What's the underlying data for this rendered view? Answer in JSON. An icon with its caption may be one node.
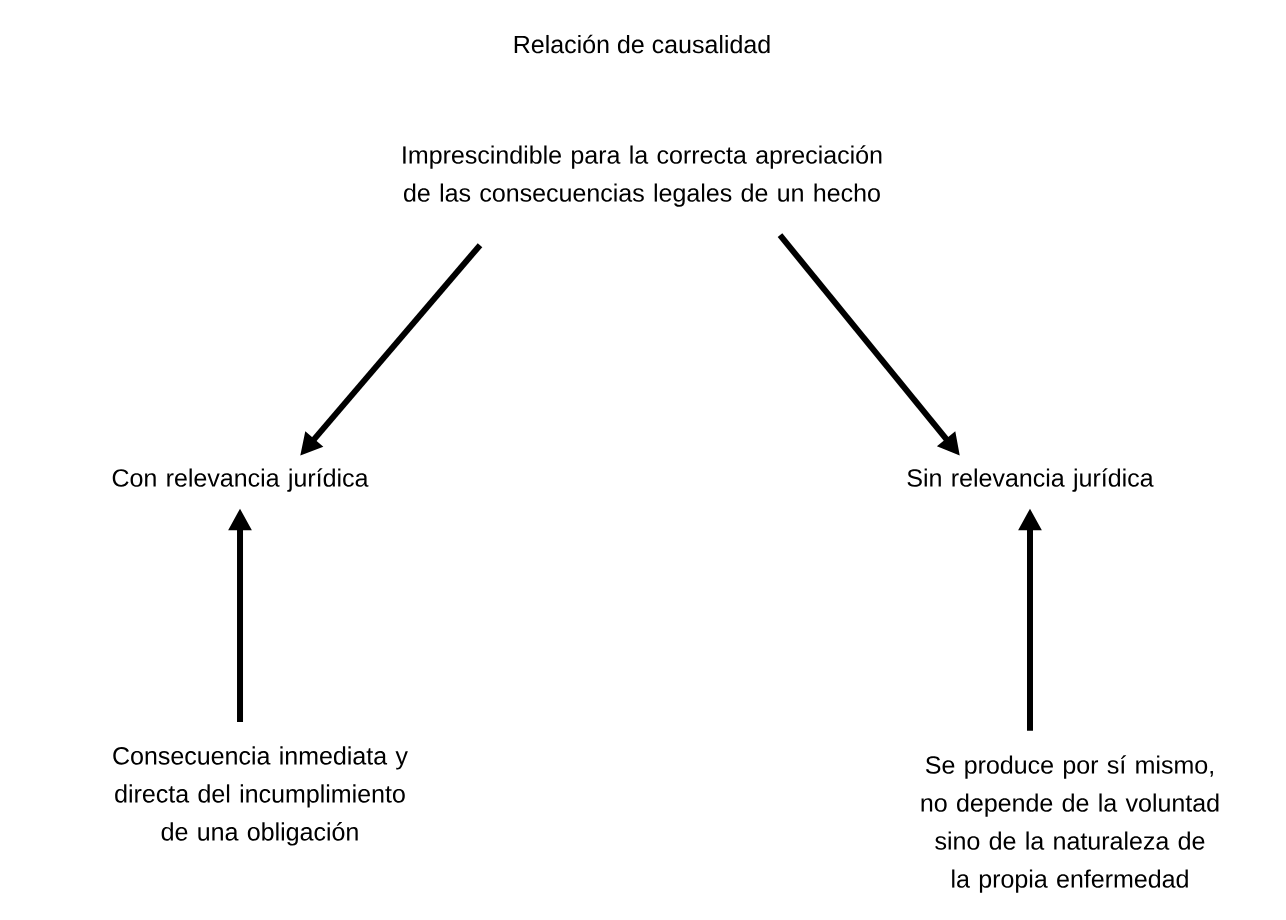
{
  "diagram": {
    "title": "Relación de causalidad",
    "nodes": [
      {
        "text": [
          "Imprescindible para la correcta apreciación de las consecuencias legales de un hecho"
        ]
      },
      {
        "text": [
          "Con relevancia jurídica"
        ]
      },
      {
        "text": [
          "Sin relevancia jurídica"
        ]
      },
      {
        "text": [
          "Consecuencia inmediata y directa del incumplimiento de una obligación"
        ]
      },
      {
        "text": [
          "Se produce por sí mismo, no depende de la voluntad sino de la naturaleza de la propia enfermedad"
        ]
      }
    ],
    "edges": [
      {
        "from": 0,
        "to": 1,
        "arrow": "to"
      },
      {
        "from": 0,
        "to": 2,
        "arrow": "to"
      },
      {
        "from": 3,
        "to": 1,
        "arrow": "to"
      },
      {
        "from": 4,
        "to": 2,
        "arrow": "to"
      }
    ]
  }
}
